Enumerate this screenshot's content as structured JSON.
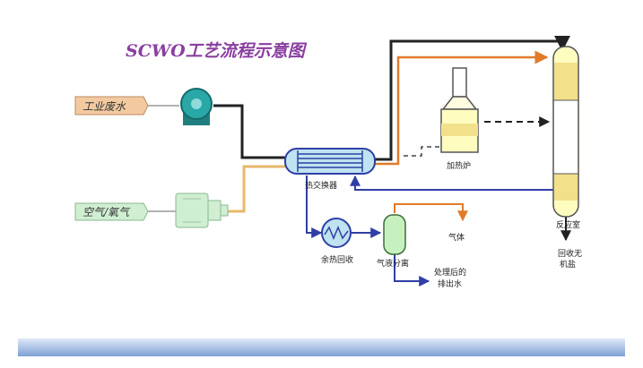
{
  "title": "SCWO工艺流程示意图",
  "inputs": {
    "industrial_wastewater": "工业废水",
    "air_oxygen": "空气/氧气"
  },
  "labels": {
    "heat_exchanger": "热交换器",
    "heating_furnace": "加热炉",
    "reactor": "反应室",
    "heat_recovery": "余热回收",
    "gas_liquid_separation": "气液分离",
    "gas": "气体",
    "treated_water_line1": "处理后的",
    "treated_water_line2": "排出水",
    "recovered_salts_line1": "回收无",
    "recovered_salts_line2": "机盐"
  },
  "colors": {
    "title": "#8a3fa0",
    "wastewater_line": "#222222",
    "air_line": "#e8b86a",
    "orange_line": "#e07b2a",
    "return_line": "#2f3fa6",
    "equipment_fill": "#fffcc0",
    "equipment_band": "#f2e08a",
    "pump_fill": "#2aa7a7",
    "compressor_fill": "#cfeed2",
    "heat_exchanger_fill": "#bfe3f0",
    "separator_fill": "#c6f0c0",
    "bottom_bar": "#7fa0d6"
  }
}
